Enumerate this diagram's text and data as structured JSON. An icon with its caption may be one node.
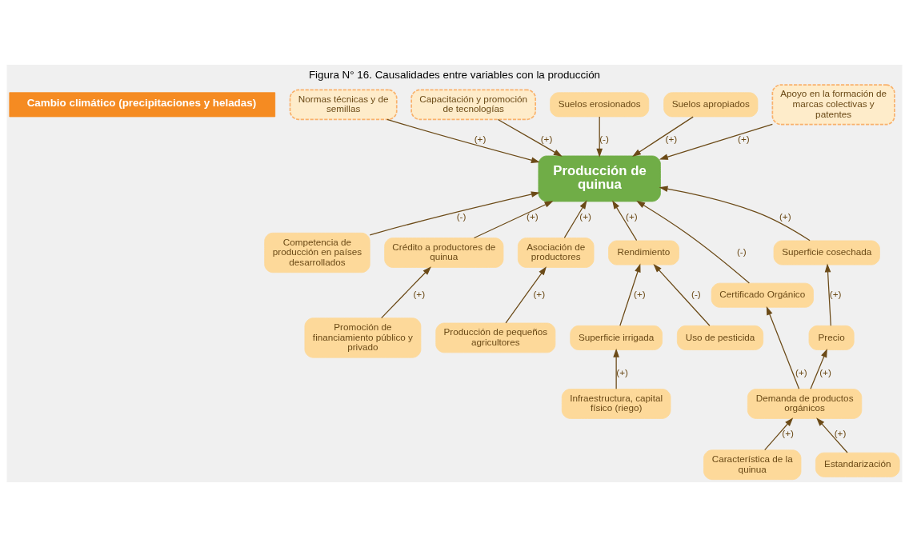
{
  "diagram": {
    "title": "Figura N° 16. Causalidades entre variables con la producción",
    "nodes": [
      {
        "text": [
          "Cambio climático (precipitaciones y heladas)"
        ]
      },
      {
        "text": [
          "Normas técnicas y de semillas"
        ]
      },
      {
        "text": [
          "Capacitación y promoción de tecnologías"
        ]
      },
      {
        "text": [
          "Suelos erosionados"
        ]
      },
      {
        "text": [
          "Suelos apropiados"
        ]
      },
      {
        "text": [
          "Apoyo en la formación de marcas colectivas y patentes"
        ]
      },
      {
        "text": [
          "Producción de quinua"
        ]
      },
      {
        "text": [
          "Competencia de producción en países desarrollados"
        ]
      },
      {
        "text": [
          "Crédito a productores de quinua"
        ]
      },
      {
        "text": [
          "Promoción de financiamiento público y privado"
        ]
      },
      {
        "text": [
          "Asociación de productores"
        ]
      },
      {
        "text": [
          "Rendimiento"
        ]
      },
      {
        "text": [
          "Superficie cosechada"
        ]
      },
      {
        "text": [
          "Certificado Orgánico"
        ]
      },
      {
        "text": [
          "Precio"
        ]
      },
      {
        "text": [
          "Producción de pequeños agricultores"
        ]
      },
      {
        "text": [
          "Superficie irrigada"
        ]
      },
      {
        "text": [
          "Uso de pesticida"
        ]
      },
      {
        "text": [
          "Demanda de productos orgánicos"
        ]
      },
      {
        "text": [
          "Infraestructura, capital físico (riego)"
        ]
      },
      {
        "text": [
          "Característica de la quinua"
        ]
      },
      {
        "text": [
          "Estandarización"
        ]
      }
    ],
    "edges": [
      {
        "from": 1,
        "to": 6,
        "arrow": "to",
        "label": "(+)"
      },
      {
        "from": 2,
        "to": 6,
        "arrow": "to",
        "label": "(+)"
      },
      {
        "from": 3,
        "to": 6,
        "arrow": "to",
        "label": "(-)"
      },
      {
        "from": 4,
        "to": 6,
        "arrow": "to",
        "label": "(+)"
      },
      {
        "from": 5,
        "to": 6,
        "arrow": "to",
        "label": "(+)"
      },
      {
        "from": 7,
        "to": 6,
        "arrow": "to",
        "label": "(-)"
      },
      {
        "from": 8,
        "to": 6,
        "arrow": "to",
        "label": "(+)"
      },
      {
        "from": 10,
        "to": 6,
        "arrow": "to",
        "label": "(+)"
      },
      {
        "from": 11,
        "to": 6,
        "arrow": "to",
        "label": "(+)"
      },
      {
        "from": 12,
        "to": 6,
        "arrow": "to",
        "label": "(+)"
      },
      {
        "from": 13,
        "to": 6,
        "arrow": "to",
        "label": "(-)"
      },
      {
        "from": 9,
        "to": 8,
        "arrow": "to",
        "label": "(+)"
      },
      {
        "from": 15,
        "to": 10,
        "arrow": "to",
        "label": "(+)"
      },
      {
        "from": 16,
        "to": 11,
        "arrow": "to",
        "label": "(+)"
      },
      {
        "from": 17,
        "to": 11,
        "arrow": "to",
        "label": "(-)"
      },
      {
        "from": 14,
        "to": 12,
        "arrow": "to",
        "label": "(+)"
      },
      {
        "from": 18,
        "to": 14,
        "arrow": "to",
        "label": "(+)"
      },
      {
        "from": 18,
        "to": 13,
        "arrow": "to",
        "label": "(+)"
      },
      {
        "from": 19,
        "to": 16,
        "arrow": "to",
        "label": "(+)"
      },
      {
        "from": 20,
        "to": 18,
        "arrow": "to",
        "label": "(+)"
      },
      {
        "from": 21,
        "to": 18,
        "arrow": "to",
        "label": "(+)"
      }
    ]
  }
}
